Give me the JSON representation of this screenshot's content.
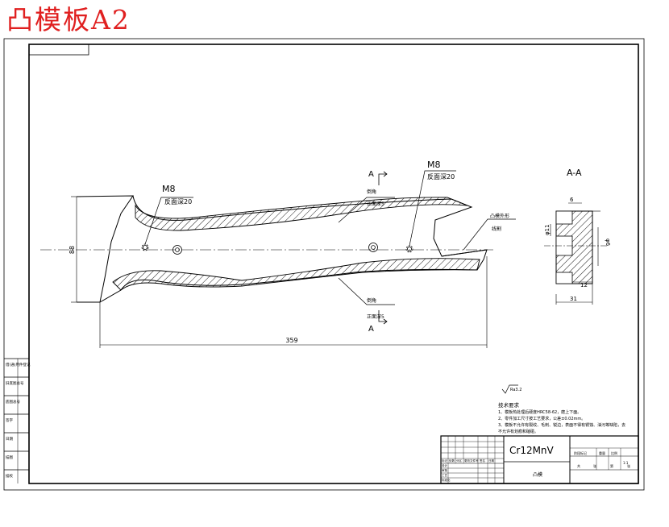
{
  "page_title": "凸模板A2",
  "drawing": {
    "thread_top_left": "M8",
    "thread_top_left_sub": "反面深20",
    "thread_top_right": "M8",
    "thread_top_right_sub": "反面深20",
    "section_marker": "A",
    "section_title": "A-A",
    "callout_top_1": "倒角",
    "callout_top_2": "正面深5",
    "callout_bottom_1": "倒角",
    "callout_bottom_2": "正面深5",
    "callout_right_1": "凸模外形",
    "callout_right_2": "线割",
    "dim_height": "88",
    "dim_length": "359",
    "sec_dim_6": "6",
    "sec_dim_11": "φ11",
    "sec_dim_6b": "φ6",
    "sec_dim_12": "12",
    "sec_dim_31": "31",
    "roughness": "Ra3.2"
  },
  "notes": {
    "heading": "技术要求",
    "lines": [
      "1、模板热处理后硬度HRC58-62，磨上下面。",
      "2、零件加工尺寸按工艺要求，公差±0.02mm。",
      "3、模板不允许有裂纹、毛刺、锐边，表面不得有锈蚀、油污等缺陷，去",
      "不允许有划痕和磕碰。"
    ]
  },
  "title_block": {
    "material": "Cr12MnV",
    "part_name": "凸模",
    "headers": [
      "阶段标记",
      "重量",
      "比例"
    ],
    "scale": "1:1",
    "sheet_labels": [
      "共",
      "张",
      "第",
      "张"
    ],
    "row_labels": [
      "标记",
      "处数",
      "分区",
      "更改文件号",
      "签名",
      "日期"
    ],
    "sign_rows": [
      "设计",
      "审核",
      "工艺",
      "标准化"
    ]
  },
  "side_strip": [
    "借(通)用件登记",
    "旧底图总号",
    "底图总号",
    "签字",
    "日期",
    "描图",
    "描校"
  ]
}
